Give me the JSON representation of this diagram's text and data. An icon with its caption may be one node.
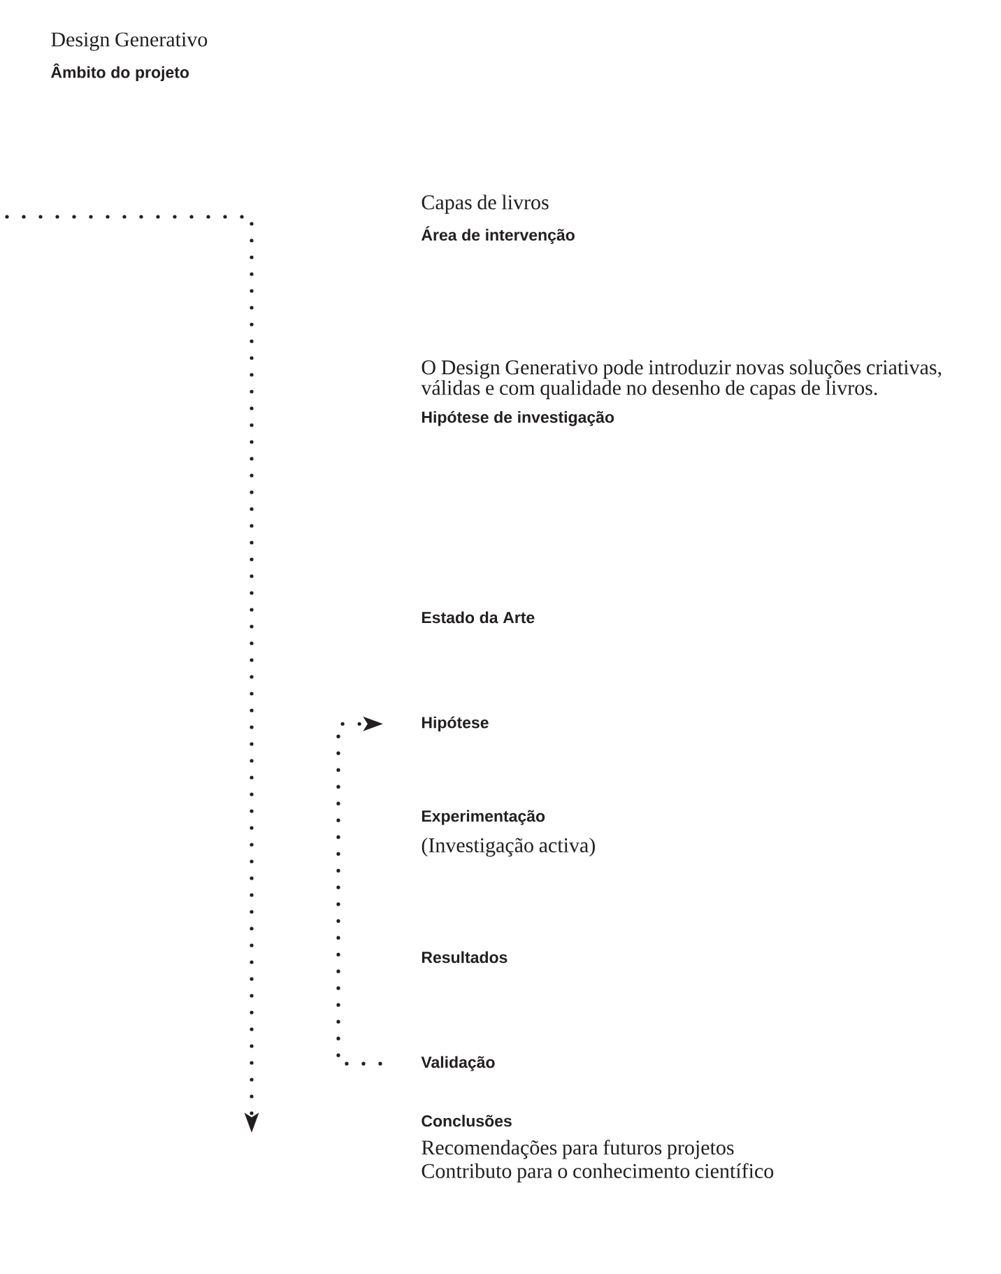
{
  "diagram": {
    "nodes": [
      {
        "text": [
          "Design Generativo",
          "Âmbito do projeto"
        ]
      },
      {
        "text": [
          "Capas de livros",
          "Área de intervenção"
        ]
      },
      {
        "text": [
          "O Design Generativo pode introduzir novas soluções criativas, válidas e com qualidade no desenho de capas de livros.",
          "Hipótese de investigação"
        ]
      },
      {
        "text": [
          "Estado da Arte"
        ]
      },
      {
        "text": [
          "Hipótese"
        ]
      },
      {
        "text": [
          "Experimentação",
          "(Investigação activa)"
        ]
      },
      {
        "text": [
          "Resultados"
        ]
      },
      {
        "text": [
          "Validação"
        ]
      },
      {
        "text": [
          "Conclusões",
          "Recomendações para futuros projetos",
          "Contributo para o conhecimento científico"
        ]
      }
    ],
    "edges": [
      {
        "from": 7,
        "to": 4,
        "arrow": "to"
      }
    ]
  }
}
